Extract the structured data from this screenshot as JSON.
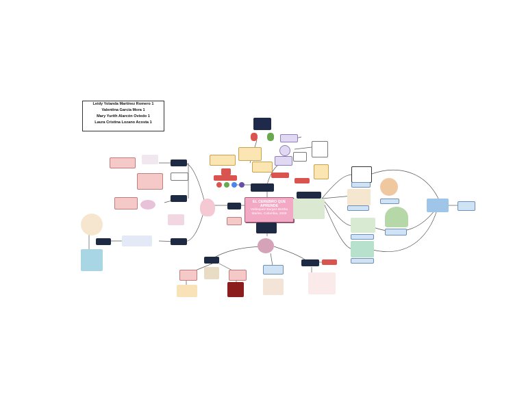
{
  "authors": [
    "Leidy Yolanda Martínez Romero 1",
    "Valentina García Mora 1",
    "Mary Yurith Alarcón Oviedo 1",
    "Laura Cristina Lozano Acosta 1"
  ],
  "central": {
    "title": "EL CEREBRO QUE APRENDE",
    "subtitle": "Velásquez Burgos Bertha Marlen, Colombia, 2009"
  },
  "icons": {
    "brain": "brain-icon",
    "masks": "theater-masks-icon",
    "person": "person-icon",
    "tree": "tree-icon"
  },
  "colors": {
    "central": "#f3a9c4",
    "node_dark": "#1e2a44",
    "node_blue": "#cfe3f5",
    "node_pink": "#f6c9c9",
    "node_lavender": "#e1d8f3",
    "node_yellow": "#fbe6b3",
    "accent_red": "#d9534f",
    "connector": "#555555"
  }
}
